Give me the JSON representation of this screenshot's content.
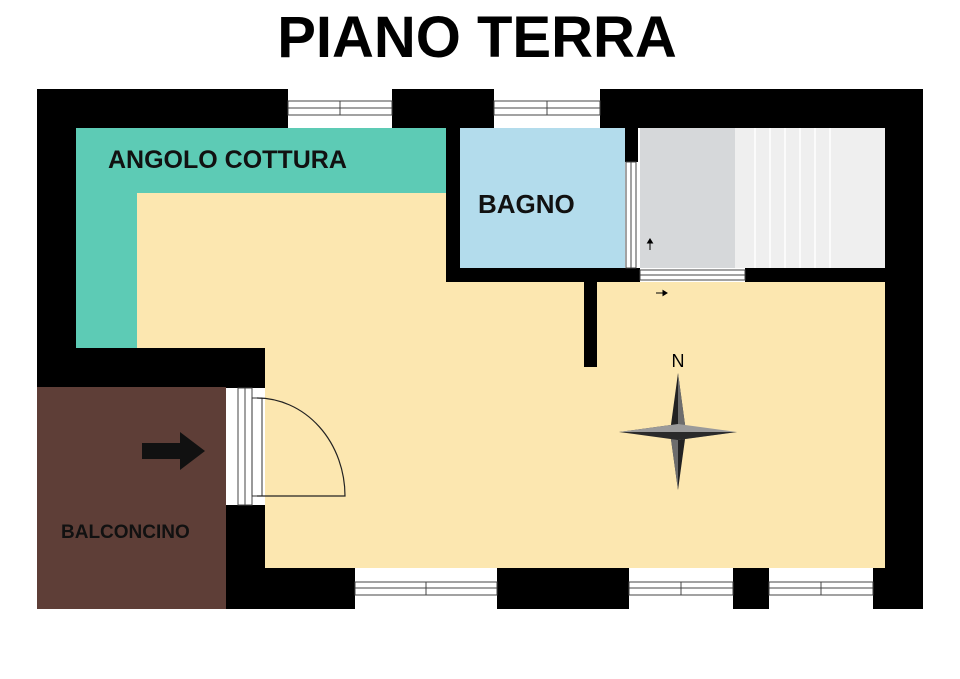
{
  "title": "PIANO TERRA",
  "rooms": {
    "kitchen": "ANGOLO COTTURA",
    "bathroom": "BAGNO",
    "balcony": "BALCONCINO"
  },
  "compass": {
    "north_label": "N"
  },
  "colors": {
    "wall": "#000000",
    "living_floor": "#FCE7B0",
    "kitchen": "#5DCBB5",
    "bathroom": "#B3DCEC",
    "balcony": "#5E3E37",
    "stairs_landing": "#D6D8DA",
    "stairs_steps": "#EFEFEF"
  }
}
